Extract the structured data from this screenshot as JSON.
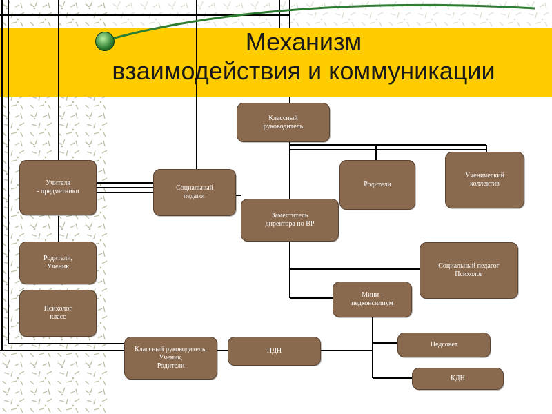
{
  "slide": {
    "title_line1": "Механизм",
    "title_line2": "взаимодействия и коммуникации",
    "accent_color": "#ffcc00",
    "box_color": "#8a6a4f",
    "line_color": "#000000"
  },
  "nodes": {
    "class_teacher": "Классный\nруководитель",
    "subject_teachers": "Учителя\n- предметники",
    "social_pedagog": "Социальный\nпедагог",
    "parents_top": "Родители",
    "student_collective": "Ученический\nколлектив",
    "deputy_director": "Заместитель\nдиректора по ВР",
    "social_pedagog_psych": "Социальный педагог\nПсихолог",
    "mini_council": "Мини -\nпедконсилиум",
    "parents_student": "Родители,\nУченик",
    "psych_class": "Психолог\nкласс",
    "teacher_student_parents": "Классный руководитель,\nУченик,\nРодители",
    "pdn": "ПДН",
    "pedsovet": "Педсовет",
    "kdn": "КДН"
  }
}
